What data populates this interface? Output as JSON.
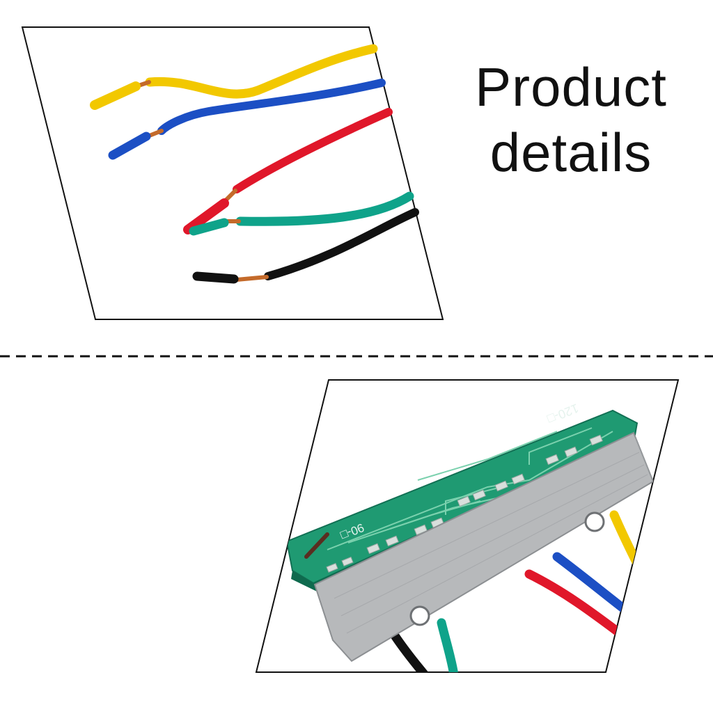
{
  "title": {
    "line1": "Product",
    "line2": "details"
  },
  "board": {
    "silkscreen_top": "120-□",
    "silkscreen_left": "90-□"
  }
}
